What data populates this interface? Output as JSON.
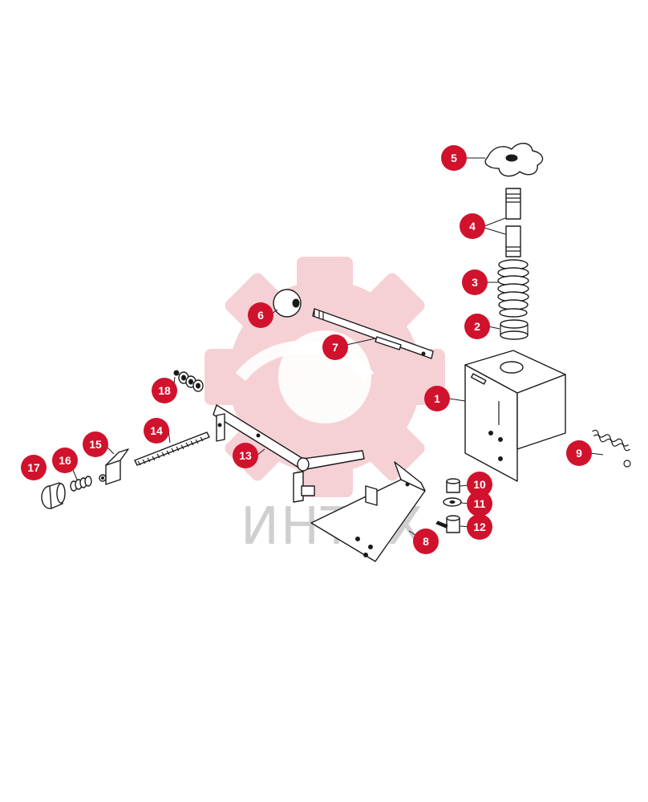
{
  "watermark": {
    "text": "ИНТЕХ",
    "gear_color": "#f4c9ce",
    "text_color": "#cfcfcf"
  },
  "colors": {
    "callout": "#d0122d",
    "ink": "#1a1a1a"
  },
  "callouts": [
    "1",
    "2",
    "3",
    "4",
    "5",
    "6",
    "7",
    "8",
    "9",
    "10",
    "11",
    "12",
    "13",
    "14",
    "15",
    "16",
    "17",
    "18"
  ]
}
